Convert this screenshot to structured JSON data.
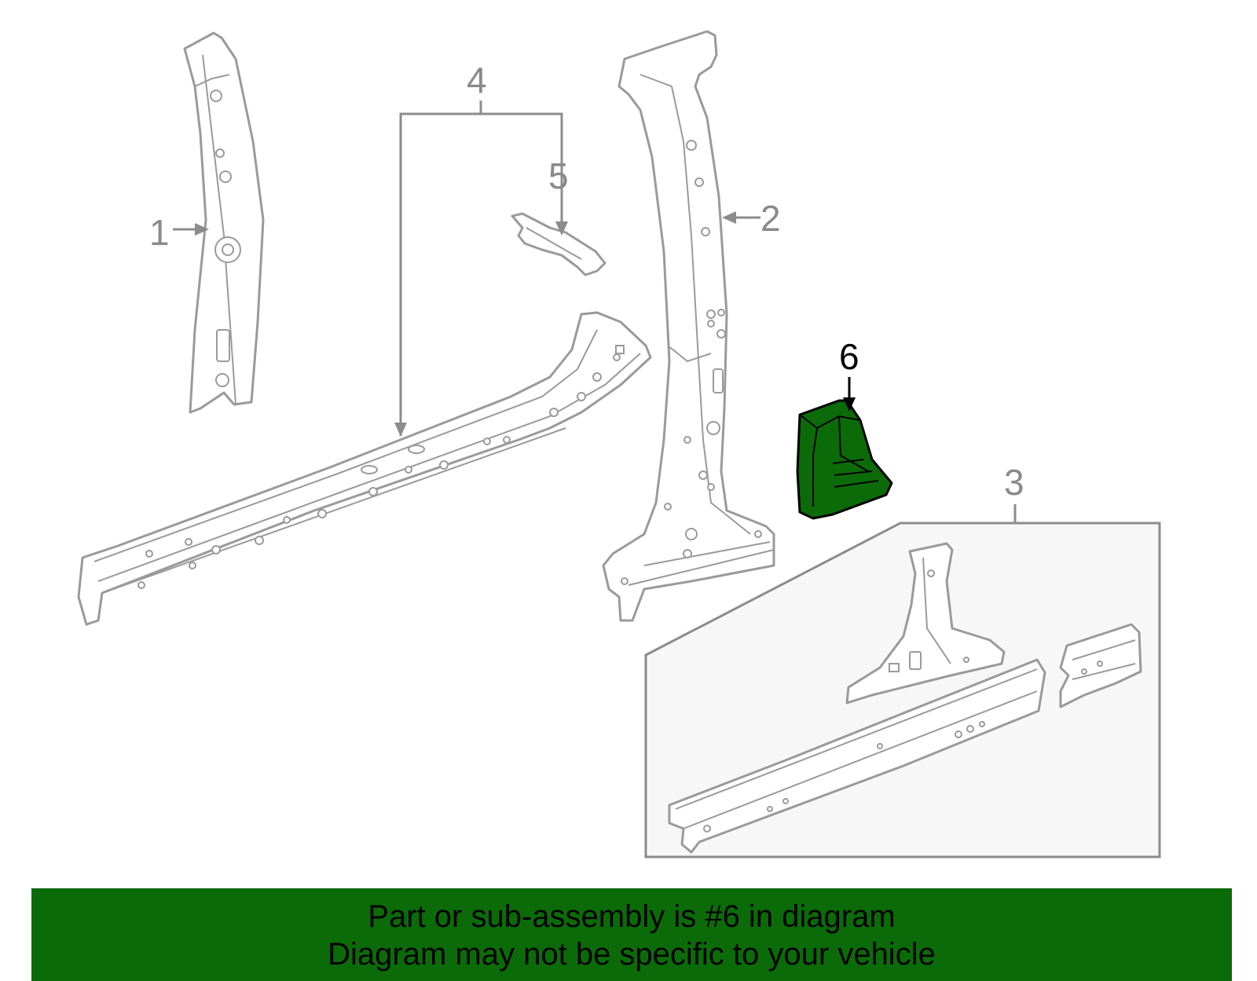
{
  "diagram": {
    "callouts": {
      "c1": "1",
      "c2": "2",
      "c3": "3",
      "c4": "4",
      "c5": "5",
      "c6": "6"
    },
    "colors": {
      "highlight_part": "#0b6b08",
      "line_art": "#9a9a9a",
      "banner_background": "#0b6b08"
    }
  },
  "banner": {
    "line1": "Part or sub-assembly is #6 in diagram",
    "line2": "Diagram may not be specific to your vehicle"
  }
}
